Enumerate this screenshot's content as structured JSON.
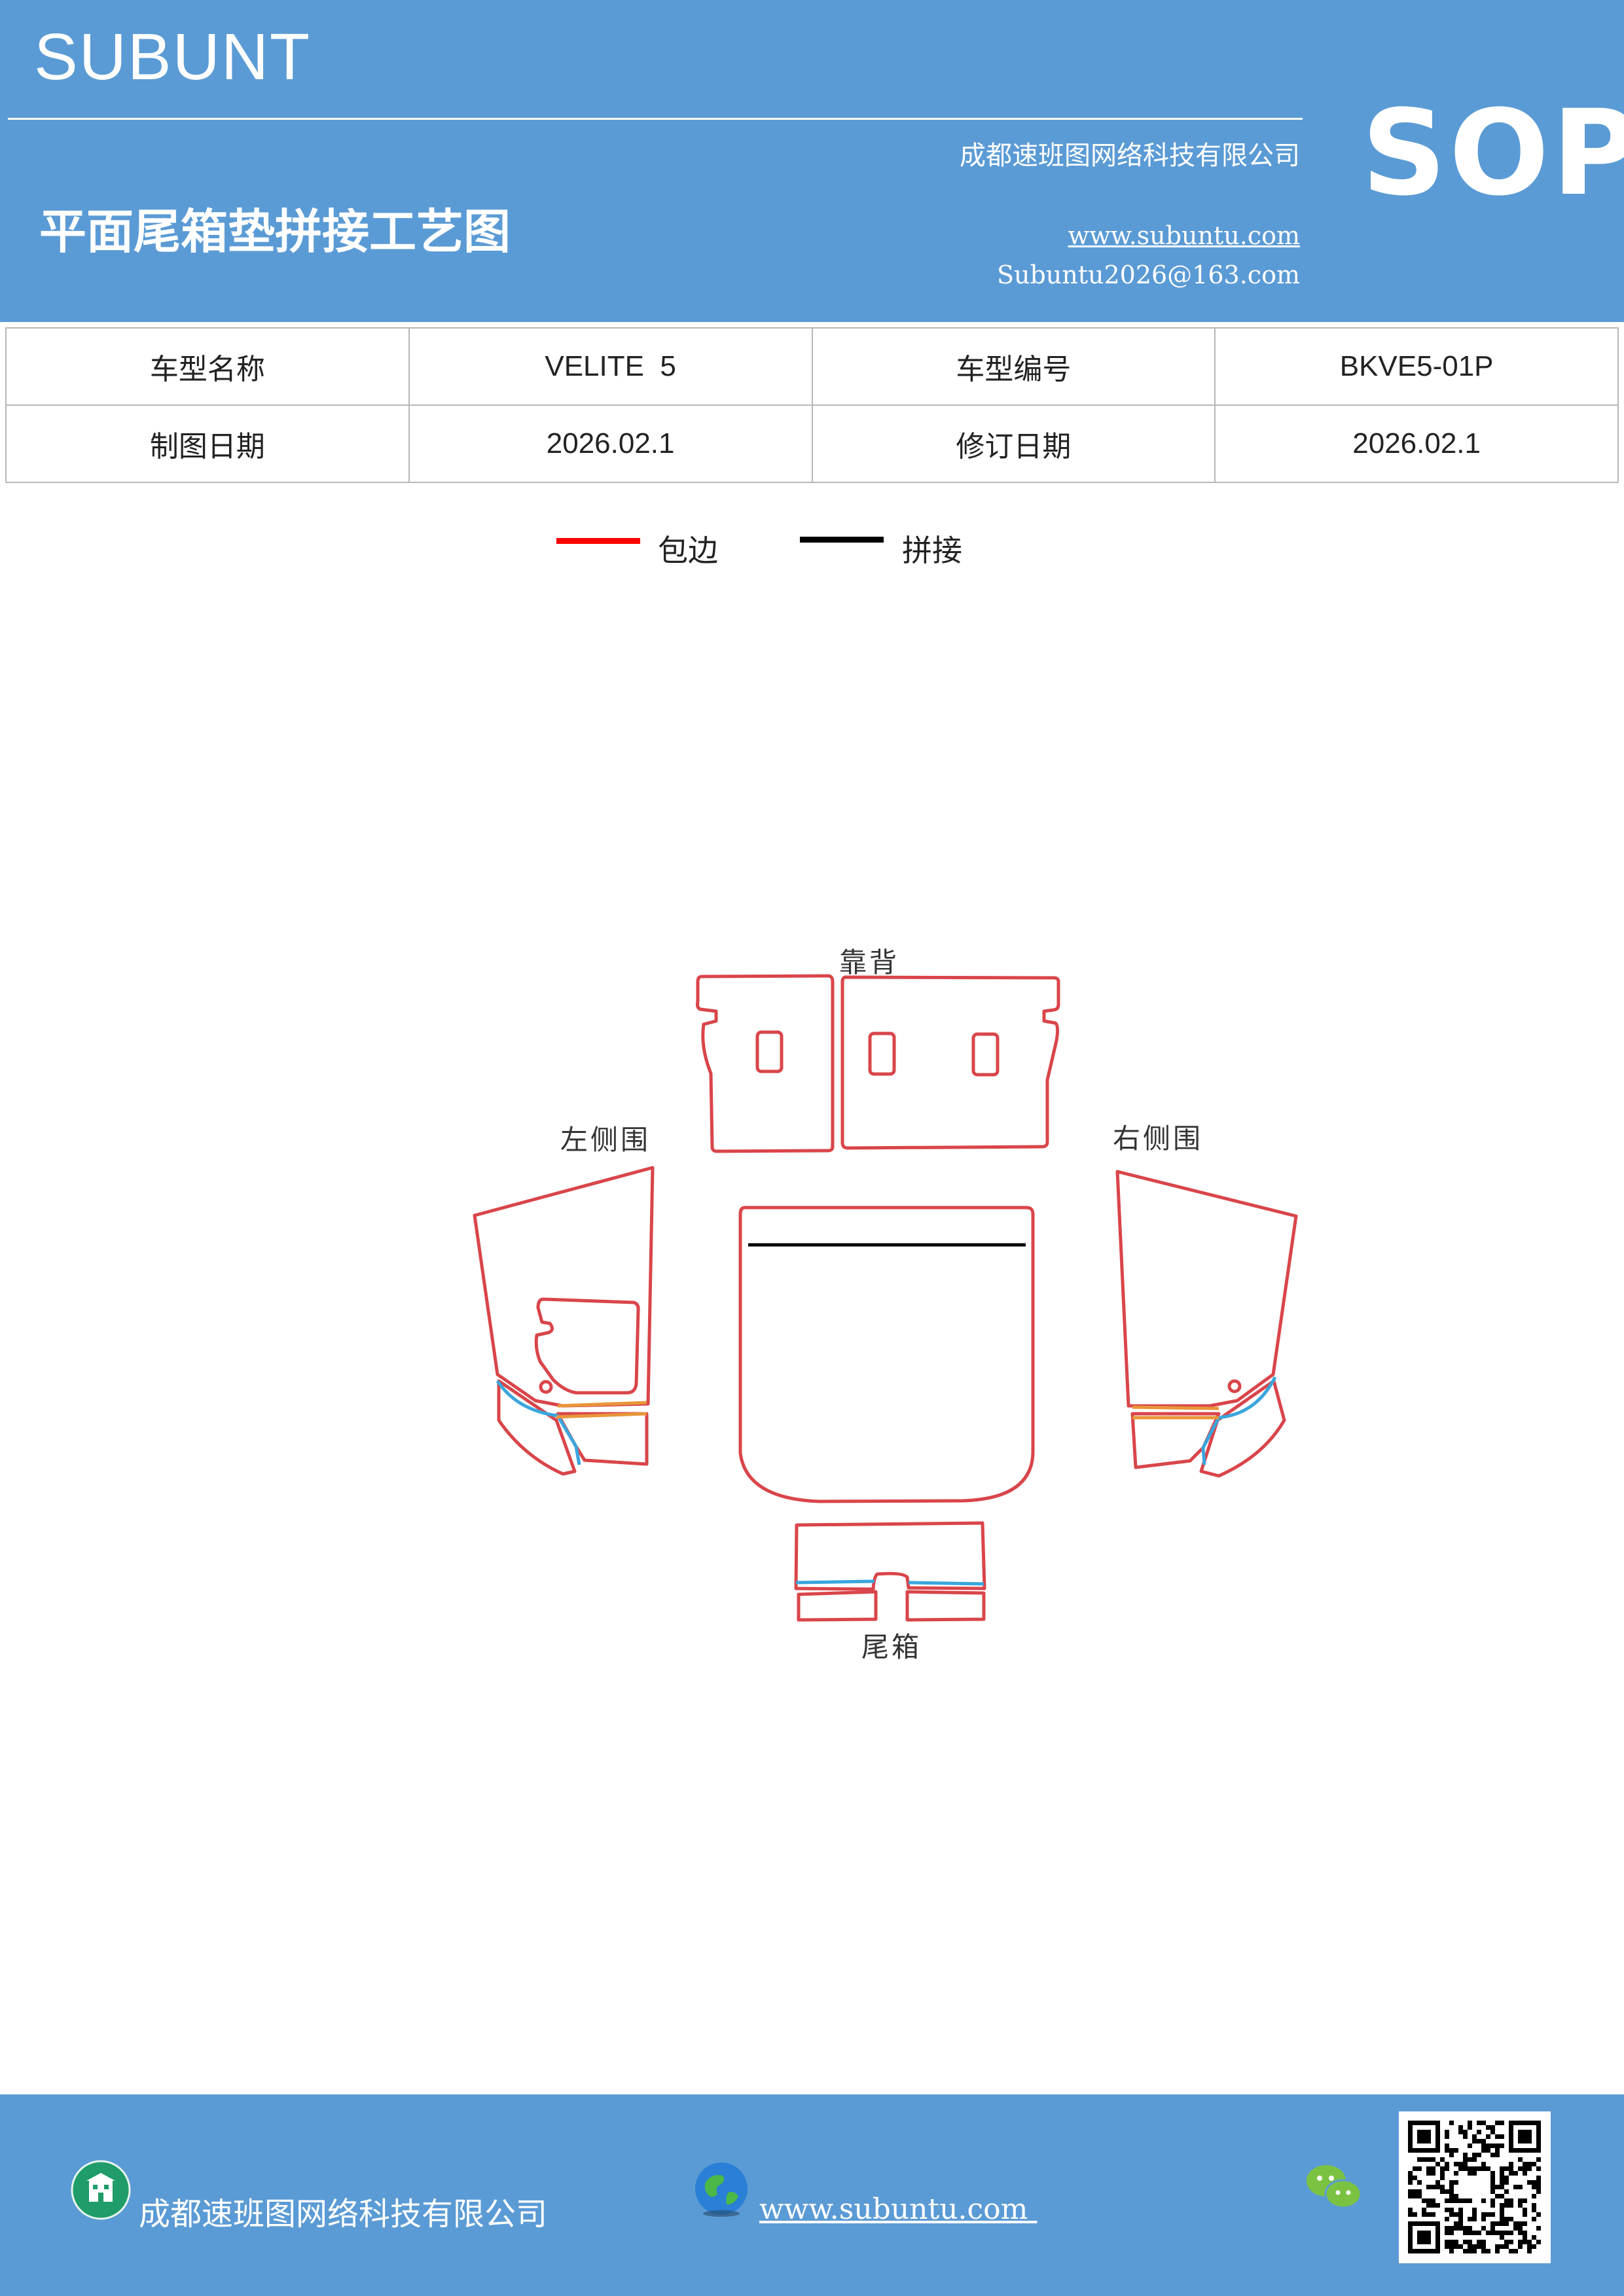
{
  "header": {
    "brand": "SUBUNT",
    "company": "成都速班图网络科技有限公司",
    "badge": "SOP",
    "title": "平面尾箱垫拼接工艺图",
    "website": "www.subuntu.com",
    "email": "Subuntu2026@163.com"
  },
  "info": {
    "model_name_label": "车型名称",
    "model_name_value": "VELITE  5",
    "model_code_label": "车型编号",
    "model_code_value": "BKVE5-01P",
    "draw_date_label": "制图日期",
    "draw_date_value": "2026.02.1",
    "revise_date_label": "修订日期",
    "revise_date_value": "2026.02.1"
  },
  "legend": {
    "edge_label": "包边",
    "edge_color": "#ff0000",
    "seam_label": "拼接",
    "seam_color": "#000000"
  },
  "diagram": {
    "backrest_label": "靠背",
    "left_side_label": "左侧围",
    "right_side_label": "右侧围",
    "trunk_label": "尾箱",
    "outline_color": "#d9454a",
    "blue_seam_color": "#3aa6dc",
    "orange_seam_color": "#e8963a"
  },
  "footer": {
    "company": "成都速班图网络科技有限公司",
    "website": "www.subuntu.com ",
    "building_icon": "building-icon",
    "globe_icon": "globe-icon",
    "wechat_icon": "wechat-icon",
    "qr_icon": "qr-code"
  }
}
